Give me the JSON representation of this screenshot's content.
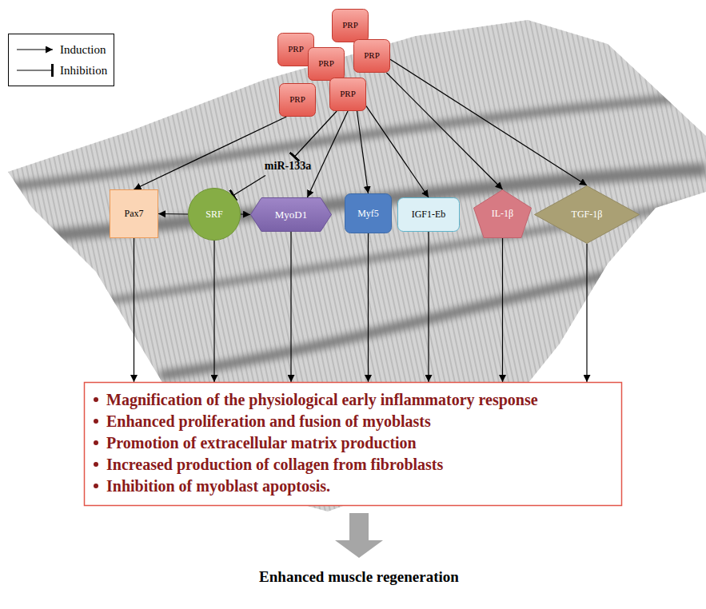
{
  "diagram": {
    "nodes": [
      {
        "text": [
          "PRP"
        ]
      },
      {
        "text": [
          "PRP"
        ]
      },
      {
        "text": [
          "PRP"
        ]
      },
      {
        "text": [
          "PRP"
        ]
      },
      {
        "text": [
          "PRP"
        ]
      },
      {
        "text": [
          "PRP"
        ]
      },
      {
        "text": [
          "miR-133a"
        ]
      },
      {
        "text": [
          "Pax7"
        ]
      },
      {
        "text": [
          "SRF"
        ]
      },
      {
        "text": [
          "MyoD1"
        ]
      },
      {
        "text": [
          "Myf5"
        ]
      },
      {
        "text": [
          "IGF1-Eb"
        ]
      },
      {
        "text": [
          "IL-1β"
        ]
      },
      {
        "text": [
          "TGF-1β"
        ]
      },
      {
        "text": [
          "Magnification of the physiological early inflammatory response",
          "Enhanced proliferation and fusion of myoblasts",
          "Promotion of extracellular matrix production",
          "Increased production of collagen from fibroblasts",
          "Inhibition of myoblast apoptosis."
        ]
      }
    ],
    "edges": [
      {
        "from": 5,
        "to": 7,
        "arrow": "to"
      },
      {
        "from": 4,
        "to": 6,
        "arrow": "to"
      },
      {
        "from": 6,
        "to": 8,
        "arrow": "to"
      },
      {
        "from": 8,
        "to": 7,
        "arrow": "to"
      },
      {
        "from": 8,
        "to": 9,
        "arrow": "to"
      },
      {
        "from": 4,
        "to": 9,
        "arrow": "to"
      },
      {
        "from": 4,
        "to": 10,
        "arrow": "to"
      },
      {
        "from": 4,
        "to": 11,
        "arrow": "to"
      },
      {
        "from": 2,
        "to": 12,
        "arrow": "to"
      },
      {
        "from": 2,
        "to": 13,
        "arrow": "to"
      },
      {
        "from": 7,
        "to": 14,
        "arrow": "to"
      },
      {
        "from": 8,
        "to": 14,
        "arrow": "to"
      },
      {
        "from": 9,
        "to": 14,
        "arrow": "to"
      },
      {
        "from": 10,
        "to": 14,
        "arrow": "to"
      },
      {
        "from": 11,
        "to": 14,
        "arrow": "to"
      },
      {
        "from": 12,
        "to": 14,
        "arrow": "to"
      },
      {
        "from": 13,
        "to": 14,
        "arrow": "to"
      }
    ],
    "labels": [
      "Enhanced muscle regeneration"
    ],
    "legend": [
      {
        "text": "Induction"
      },
      {
        "text": "Inhibition"
      }
    ]
  }
}
